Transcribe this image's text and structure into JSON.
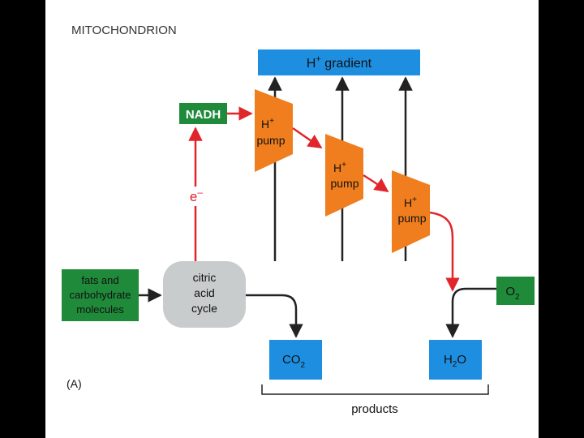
{
  "title": "MITOCHONDRION",
  "panel_label": "(A)",
  "gradient": {
    "label": "H",
    "sup": "+",
    "rest": " gradient"
  },
  "nadh": "NADH",
  "electron": {
    "label": "e",
    "sup": "–"
  },
  "pumps": [
    {
      "h": "H",
      "sup": "+",
      "word": "pump"
    },
    {
      "h": "H",
      "sup": "+",
      "word": "pump"
    },
    {
      "h": "H",
      "sup": "+",
      "word": "pump"
    }
  ],
  "fats": [
    "fats and",
    "carbohydrate",
    "molecules"
  ],
  "cycle": [
    "citric",
    "acid",
    "cycle"
  ],
  "co2": {
    "main": "CO",
    "sub": "2"
  },
  "h2o": {
    "pre": "H",
    "sub": "2",
    "post": "O"
  },
  "o2": {
    "main": "O",
    "sub": "2"
  },
  "products": "products",
  "colors": {
    "blue": "#1e8fe0",
    "green": "#1f8a3a",
    "orange": "#f07e1e",
    "gray": "#c8cccc",
    "red": "#e0262a",
    "arrow": "#222222"
  }
}
